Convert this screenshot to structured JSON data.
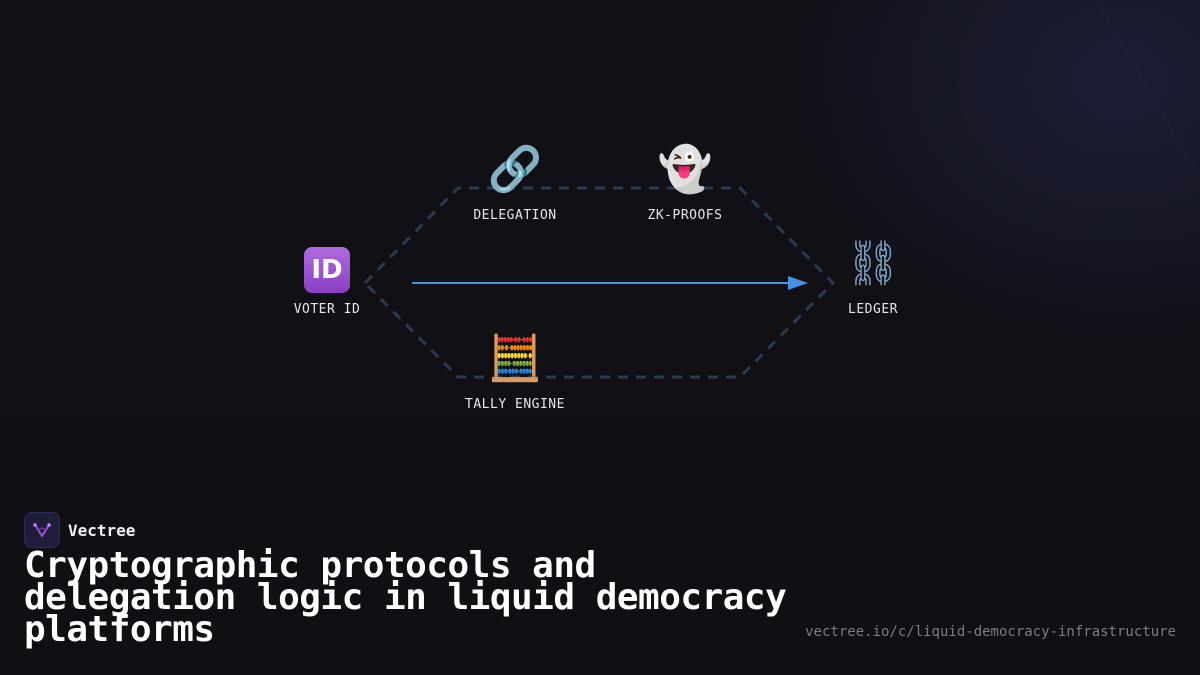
{
  "diagram": {
    "nodes": [
      {
        "id": "voter_id",
        "label": "VOTER ID",
        "icon": "id-badge-icon",
        "glyph": "ID"
      },
      {
        "id": "delegation",
        "label": "DELEGATION",
        "icon": "link-icon",
        "glyph": "🔗"
      },
      {
        "id": "zk_proofs",
        "label": "ZK-PROOFS",
        "icon": "ghost-icon",
        "glyph": "👻"
      },
      {
        "id": "tally_engine",
        "label": "TALLY ENGINE",
        "icon": "abacus-icon",
        "glyph": "🧮"
      },
      {
        "id": "ledger",
        "label": "LEDGER",
        "icon": "chain-icon",
        "glyph": "⛓"
      }
    ],
    "edges": [
      {
        "from": "voter_id",
        "to": "ledger",
        "style": "solid-arrow",
        "color": "#4a90e2"
      }
    ],
    "outline_color": "#2a3a52"
  },
  "brand": {
    "name": "Vectree",
    "accent": "#9b4fd6"
  },
  "headline": "Cryptographic protocols and delegation logic in liquid democracy platforms",
  "url": "vectree.io/c/liquid-democracy-infrastructure"
}
